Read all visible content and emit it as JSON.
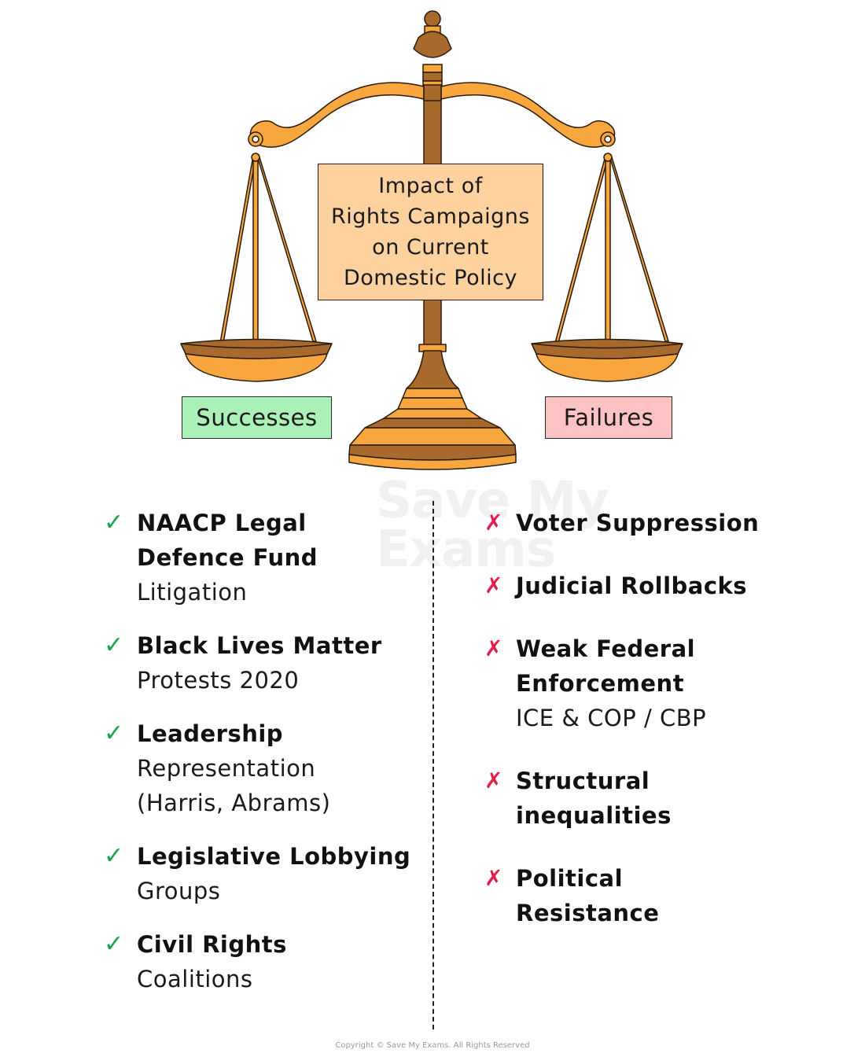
{
  "title": "Impact of\nRights Campaigns\non Current\nDomestic Policy",
  "tags": {
    "successes": "Successes",
    "failures": "Failures"
  },
  "successes": [
    {
      "title": "NAACP Legal\nDefence Fund",
      "sub": "Litigation"
    },
    {
      "title": "Black Lives Matter",
      "sub": "Protests 2020"
    },
    {
      "title": "Leadership",
      "sub": "Representation\n(Harris, Abrams)"
    },
    {
      "title": "Legislative Lobbying",
      "sub": "Groups"
    },
    {
      "title": "Civil Rights",
      "sub": "Coalitions"
    }
  ],
  "failures": [
    {
      "title": "Voter Suppression",
      "sub": ""
    },
    {
      "title": "Judicial Rollbacks",
      "sub": ""
    },
    {
      "title": "Weak Federal\nEnforcement",
      "sub": "ICE & COP / CBP"
    },
    {
      "title": "Structural\ninequalities",
      "sub": ""
    },
    {
      "title": "Political\nResistance",
      "sub": ""
    }
  ],
  "marks": {
    "check": "✓",
    "cross": "✗"
  },
  "watermark": "Save My\nExams",
  "copyright": "Copyright © Save My Exams. All Rights Reserved",
  "colors": {
    "gold": "#f7a73d",
    "brown": "#a86a2c",
    "outline": "#2a1a0a",
    "title_fill": "#fdd29f",
    "success_fill": "#abf0b6",
    "failure_fill": "#fdc2c4",
    "check": "#16a34a",
    "cross": "#e11d48"
  }
}
